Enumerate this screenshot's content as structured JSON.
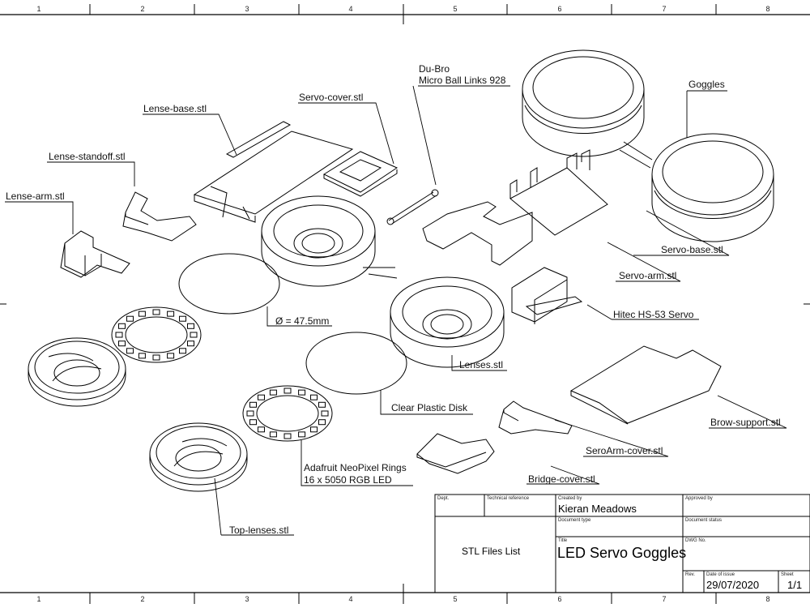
{
  "zones": {
    "top": [
      "1",
      "2",
      "3",
      "4",
      "5",
      "6",
      "7",
      "8"
    ],
    "bottom": [
      "1",
      "2",
      "3",
      "4",
      "5",
      "6",
      "7",
      "8"
    ]
  },
  "callouts": {
    "lense_arm": "Lense-arm.stl",
    "lense_standoff": "Lense-standoff.stl",
    "lense_base": "Lense-base.stl",
    "servo_cover": "Servo-cover.stl",
    "dubro_line1": "Du-Bro",
    "dubro_line2": "Micro Ball Links 928",
    "goggles": "Goggles",
    "servo_base": "Servo-base.stl",
    "servo_arm": "Servo-arm.stl",
    "hitec_servo": "Hitec HS-53 Servo",
    "diameter": "Ø = 47.5mm",
    "lenses": "Lenses.stl",
    "clear_disk": "Clear Plastic Disk",
    "brow_support": "Brow-support.stl",
    "seroarm_cover": "SeroArm-cover.stl",
    "neopixel_line1": "Adafruit NeoPixel Rings",
    "neopixel_line2": "16 x 5050 RGB LED",
    "bridge_cover": "Bridge-cover.stl",
    "top_lenses": "Top-lenses.stl"
  },
  "title_block": {
    "dept_label": "Dept.",
    "tech_ref_label": "Technical reference",
    "created_by_label": "Created by",
    "created_by": "Kieran Meadows",
    "approved_by_label": "Approved by",
    "document_type_label": "Document type",
    "document_status_label": "Document status",
    "description": "STL Files List",
    "title_label": "Title",
    "title": "LED Servo Goggles",
    "dwg_no_label": "DWG No.",
    "rev_label": "Rev.",
    "date_label": "Date of issue",
    "date": "29/07/2020",
    "sheet_label": "Sheet",
    "sheet": "1/1"
  }
}
